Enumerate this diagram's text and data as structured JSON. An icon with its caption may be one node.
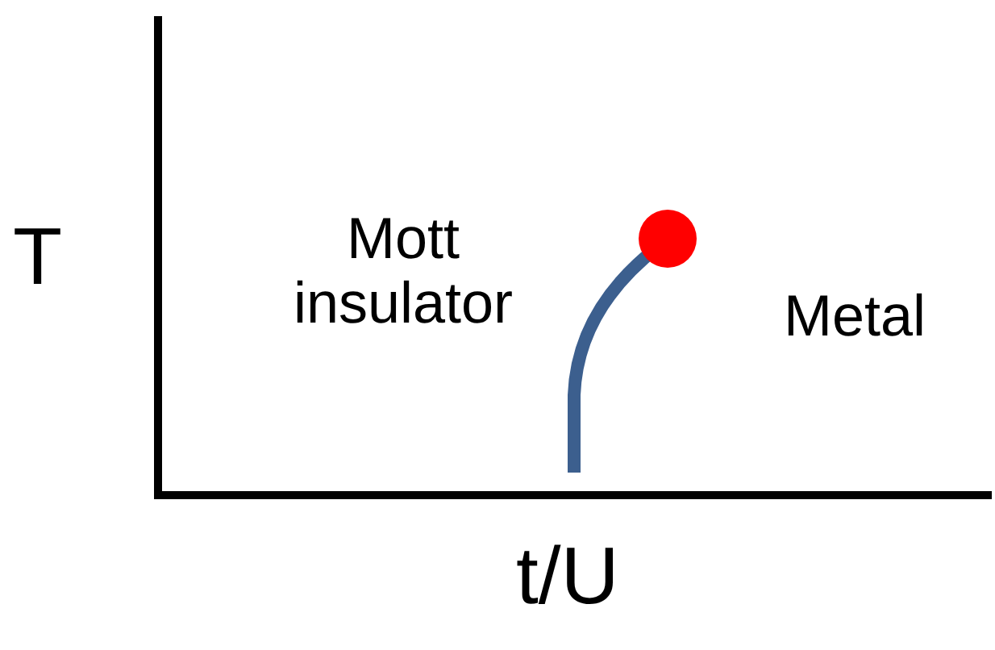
{
  "diagram": {
    "labels": [
      "T",
      "Mott insulator",
      "Metal",
      "t/U"
    ]
  }
}
